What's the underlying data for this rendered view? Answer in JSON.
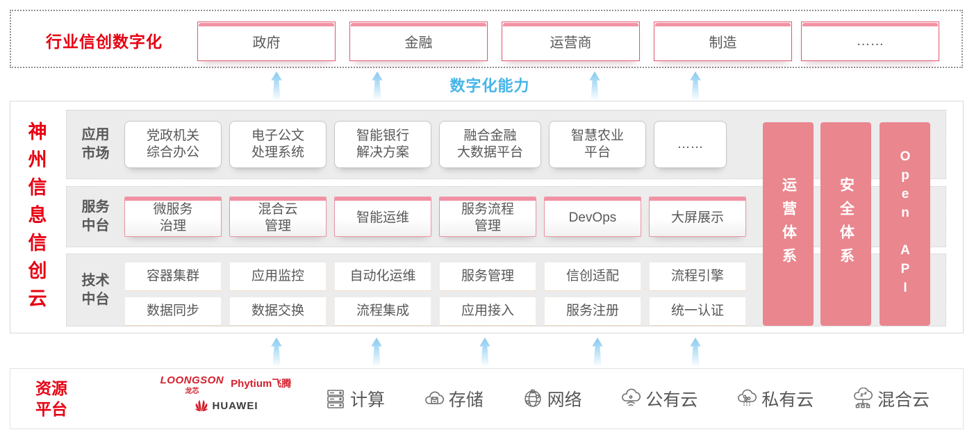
{
  "colors": {
    "brand_red": "#e60012",
    "pillar_pink": "#e9868e",
    "accent_blue": "#45b5e8",
    "text_dark": "#595757",
    "panel_gray": "#ececec"
  },
  "top_banner": {
    "label": "行业信创数字化",
    "industries": [
      "政府",
      "金融",
      "运营商",
      "制造",
      "……"
    ]
  },
  "capability_label": "数字化能力",
  "platform": {
    "title": "神州信息信创云",
    "rows": [
      {
        "label": "应用\n市场",
        "items": [
          "党政机关\n综合办公",
          "电子公文\n处理系统",
          "智能银行\n解决方案",
          "融合金融\n大数据平台",
          "智慧农业\n平台",
          "……"
        ]
      },
      {
        "label": "服务\n中台",
        "items": [
          "微服务\n治理",
          "混合云\n管理",
          "智能运维",
          "服务流程\n管理",
          "DevOps",
          "大屏展示"
        ]
      },
      {
        "label": "技术\n中台",
        "items_top": [
          "容器集群",
          "应用监控",
          "自动化运维",
          "服务管理",
          "信创适配",
          "流程引擎"
        ],
        "items_bottom": [
          "数据同步",
          "数据交换",
          "流程集成",
          "应用接入",
          "服务注册",
          "统一认证"
        ]
      }
    ],
    "pillars": [
      "运营体系",
      "安全体系",
      "Open API"
    ]
  },
  "resources": {
    "label": "资源\n平台",
    "vendors": {
      "loongson": "LOONGSON",
      "loongson_cn": "龙芯",
      "phytium": "Phytium",
      "phytium_cn": "飞腾",
      "huawei": "HUAWEI"
    },
    "items": [
      {
        "icon": "compute-icon",
        "label": "计算"
      },
      {
        "icon": "storage-icon",
        "label": "存储"
      },
      {
        "icon": "network-icon",
        "label": "网络"
      },
      {
        "icon": "public-cloud-icon",
        "label": "公有云"
      },
      {
        "icon": "private-cloud-icon",
        "label": "私有云"
      },
      {
        "icon": "hybrid-cloud-icon",
        "label": "混合云"
      }
    ]
  }
}
